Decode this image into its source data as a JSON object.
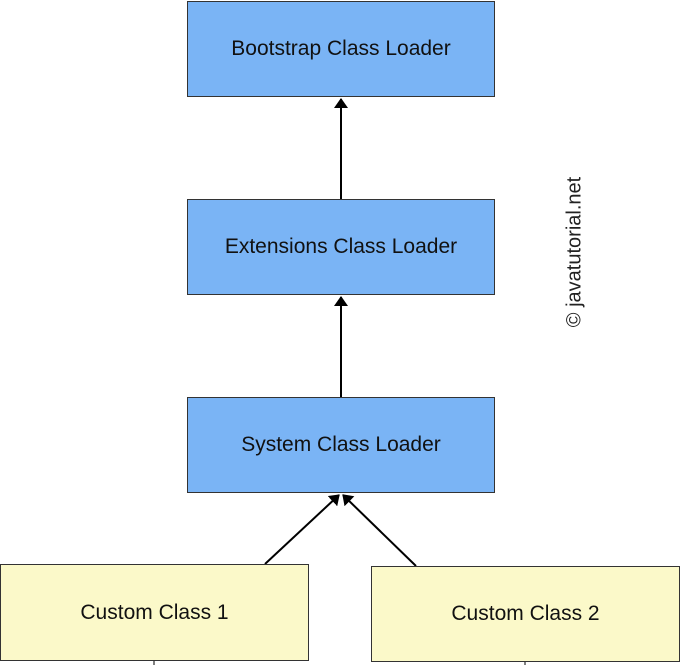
{
  "nodes": {
    "bootstrap": "Bootstrap Class Loader",
    "extensions": "Extensions Class Loader",
    "system": "System Class Loader",
    "custom1": "Custom Class 1",
    "custom2": "Custom Class 2"
  },
  "watermark": "© javatutorial.net",
  "colors": {
    "loader_fill": "#7ab4f5",
    "custom_fill": "#fbf9c9",
    "border": "#333333"
  }
}
